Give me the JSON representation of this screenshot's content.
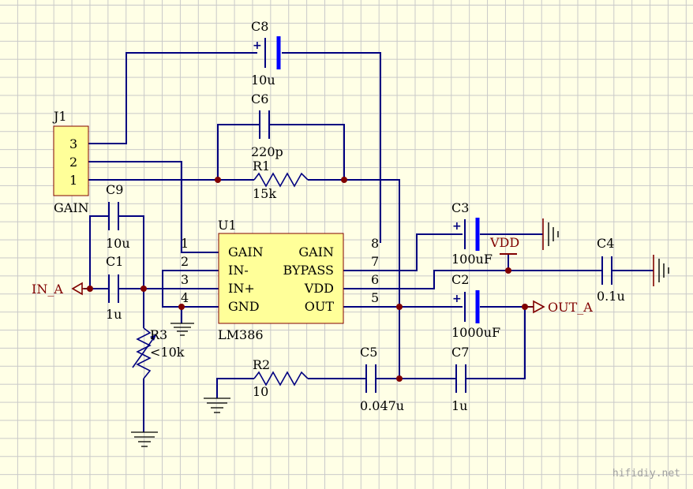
{
  "components": {
    "j1": {
      "ref": "J1",
      "label": "GAIN",
      "pins": [
        "3",
        "2",
        "1"
      ]
    },
    "c8": {
      "ref": "C8",
      "value": "10u"
    },
    "c6": {
      "ref": "C6",
      "value": "220p"
    },
    "r1": {
      "ref": "R1",
      "value": "15k"
    },
    "c9": {
      "ref": "C9",
      "value": "10u"
    },
    "c1": {
      "ref": "C1",
      "value": "1u"
    },
    "r3": {
      "ref": "R3",
      "value": "<10k"
    },
    "u1": {
      "ref": "U1",
      "part": "LM386",
      "left_pins": [
        {
          "num": "1",
          "name": "GAIN"
        },
        {
          "num": "2",
          "name": "IN-"
        },
        {
          "num": "3",
          "name": "IN+"
        },
        {
          "num": "4",
          "name": "GND"
        }
      ],
      "right_pins": [
        {
          "num": "8",
          "name": "GAIN"
        },
        {
          "num": "7",
          "name": "BYPASS"
        },
        {
          "num": "6",
          "name": "VDD"
        },
        {
          "num": "5",
          "name": "OUT"
        }
      ]
    },
    "c3": {
      "ref": "C3",
      "value": "100uF"
    },
    "c2": {
      "ref": "C2",
      "value": "1000uF"
    },
    "c4": {
      "ref": "C4",
      "value": "0.1u"
    },
    "r2": {
      "ref": "R2",
      "value": "10"
    },
    "c5": {
      "ref": "C5",
      "value": "0.047u"
    },
    "c7": {
      "ref": "C7",
      "value": "1u"
    }
  },
  "nets": {
    "in": "IN_A",
    "out": "OUT_A",
    "vdd": "VDD"
  },
  "symbols": {
    "plus": "+"
  },
  "watermark": "hifidiy.net",
  "colors": {
    "wire": "#000080",
    "junction": "#800000",
    "ic_fill": "#ffff99",
    "ic_border": "#800000",
    "polarized_plate": "#0000ff",
    "grid": "#c9c9c9",
    "background": "#ffffe6"
  }
}
